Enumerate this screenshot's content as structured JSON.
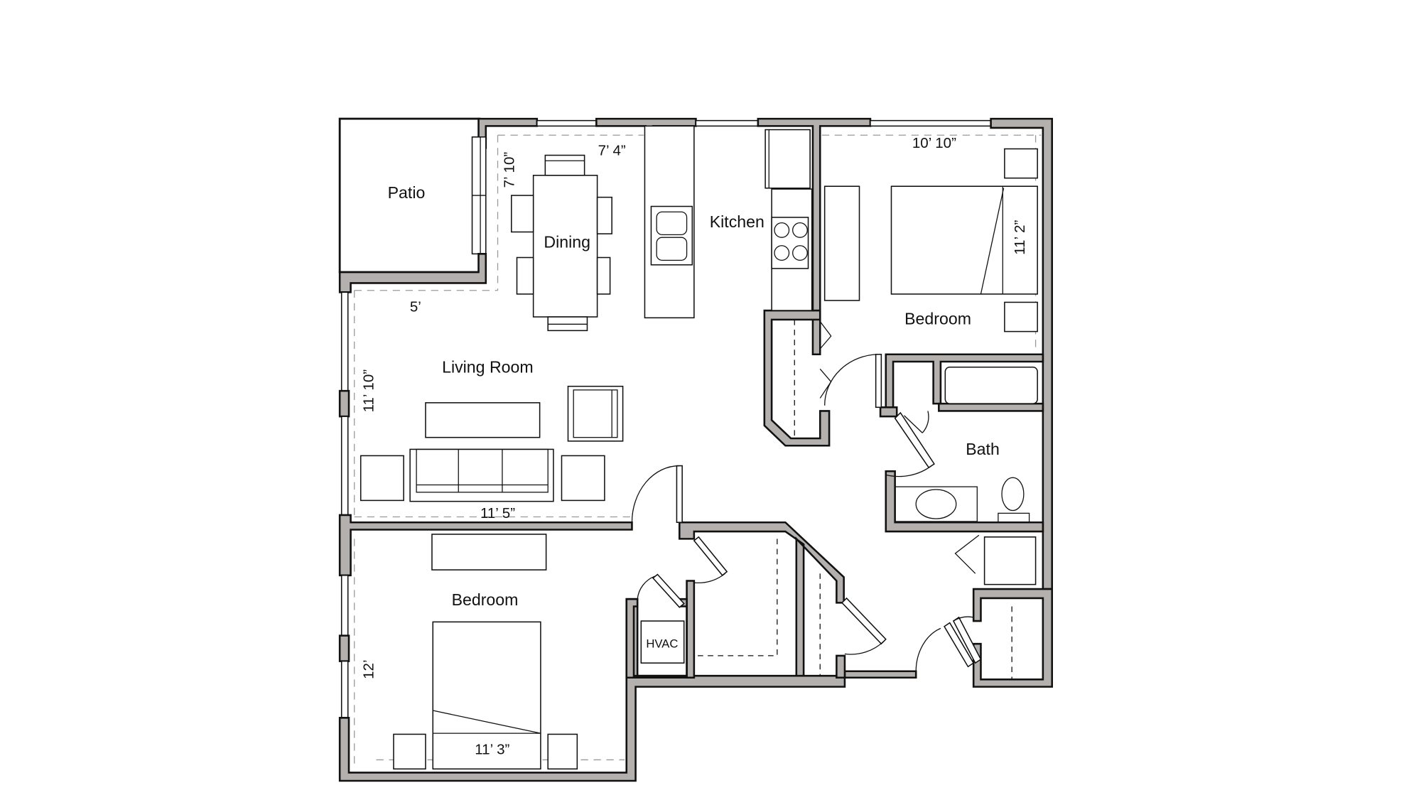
{
  "floorplan": {
    "colors": {
      "wall_fill": "#b4b0ae",
      "line": "#111111",
      "background": "#ffffff"
    },
    "rooms": {
      "patio": {
        "label": "Patio"
      },
      "dining": {
        "label": "Dining",
        "dim_width": "7’ 4”",
        "dim_depth": "7’ 10”"
      },
      "kitchen": {
        "label": "Kitchen"
      },
      "living_room": {
        "label": "Living Room",
        "dim_width": "11’ 5”",
        "dim_depth": "11’ 10”",
        "dim_extra": "5’"
      },
      "bedroom_1": {
        "label": "Bedroom",
        "dim_width": "10’ 10”",
        "dim_depth": "11’ 2”"
      },
      "bath": {
        "label": "Bath"
      },
      "bedroom_2": {
        "label": "Bedroom",
        "dim_width": "11’ 3”",
        "dim_depth": "12’"
      },
      "hvac": {
        "label": "HVAC"
      }
    }
  }
}
